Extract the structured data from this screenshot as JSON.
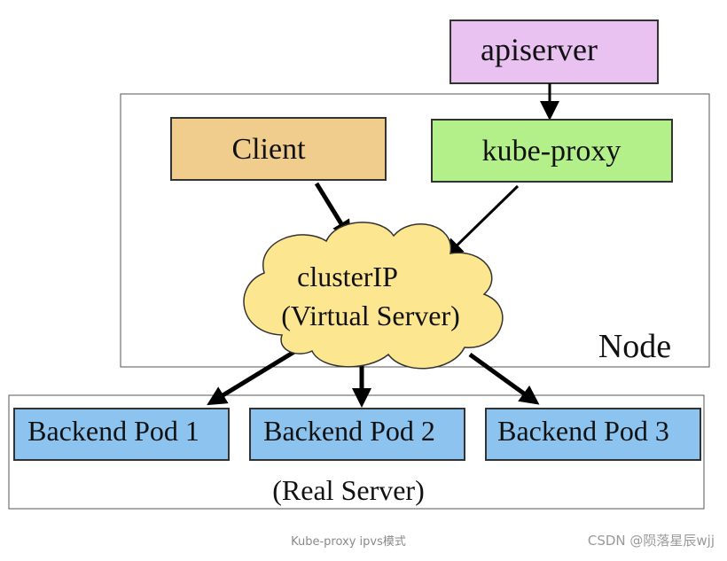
{
  "diagram": {
    "apiserver": {
      "label": "apiserver",
      "color": "#e9c2f2"
    },
    "client": {
      "label": "Client",
      "color": "#f0cd8c"
    },
    "kube_proxy": {
      "label": "kube-proxy",
      "color": "#b3f08a"
    },
    "cluster": {
      "label": "clusterIP",
      "sublabel": "(Virtual Server)",
      "color": "#fde690",
      "sublabel_color": "#e5201f"
    },
    "node": {
      "label": "Node"
    },
    "real_server": {
      "label": "(Real Server)",
      "color": "#e5201f"
    },
    "pods": [
      {
        "label": "Backend Pod 1"
      },
      {
        "label": "Backend Pod 2"
      },
      {
        "label": "Backend Pod 3"
      }
    ],
    "pod_color": "#8dc4ef"
  },
  "caption": "Kube-proxy ipvs模式",
  "watermark": "CSDN @陨落星辰wjj"
}
